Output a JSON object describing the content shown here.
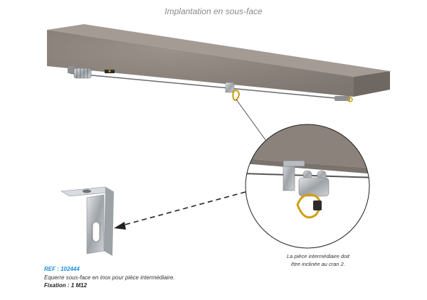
{
  "title": "Implantation en sous-face",
  "reference": "REF : 102444",
  "description": "Equerre sous-face en inox pour pièce intermédiaire.",
  "fixation": "Fixation : 1 M12",
  "note": {
    "line1": "La pièce intermédiaire doit",
    "line2": "être inclinée au cran 2."
  }
}
